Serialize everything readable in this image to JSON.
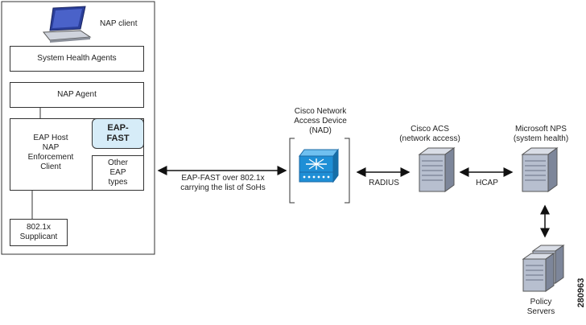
{
  "client": {
    "label": "NAP client",
    "system_health_agents": "System Health Agents",
    "nap_agent": "NAP Agent",
    "eap_host": "EAP Host\nNAP\nEnforcement\nClient",
    "eap_fast": "EAP-\nFAST",
    "other_eap": "Other\nEAP\ntypes",
    "supplicant": "802.1x\nSupplicant"
  },
  "links": {
    "eap_fast_over": "EAP-FAST over 802.1x\ncarrying the list of SoHs",
    "radius": "RADIUS",
    "hcap": "HCAP"
  },
  "nad": {
    "label": "Cisco Network\nAccess Device\n(NAD)"
  },
  "acs": {
    "label": "Cisco ACS\n(network access)"
  },
  "nps": {
    "label": "Microsoft NPS\n(system health)"
  },
  "policy": {
    "label": "Policy\nServers"
  },
  "figure_id": "280963",
  "colors": {
    "eap_fast_fill": "#d6ecf8",
    "nad_blue": "#1f8fd6",
    "server_gray": "#9aa3b5"
  }
}
